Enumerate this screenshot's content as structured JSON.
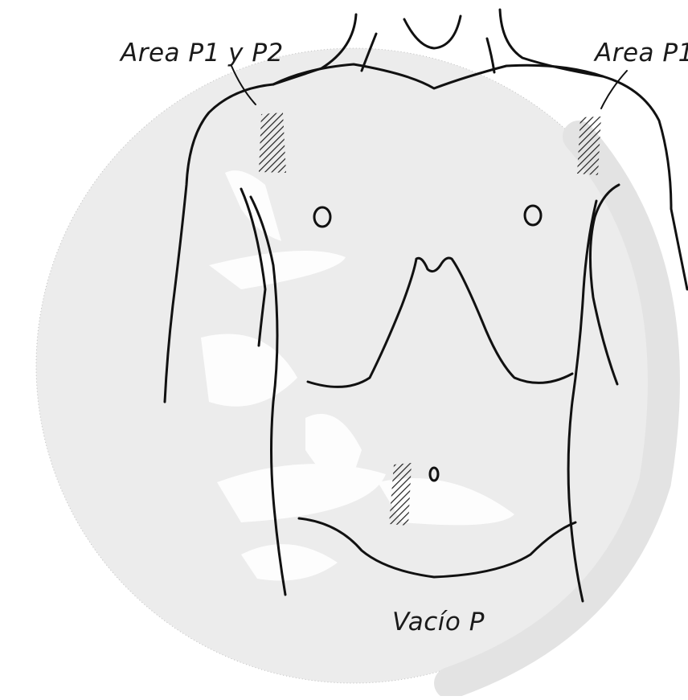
{
  "labels": {
    "area_left": "Area P1 y P2",
    "area_right": "Area P1",
    "vacio": "Vacío P"
  },
  "icons": {
    "watermark": "calligraphy-watermark-icon",
    "body": "torso-outline-icon"
  },
  "colors": {
    "line": "#111111",
    "watermark": "#e6e6e6",
    "hatch": "#222222"
  }
}
